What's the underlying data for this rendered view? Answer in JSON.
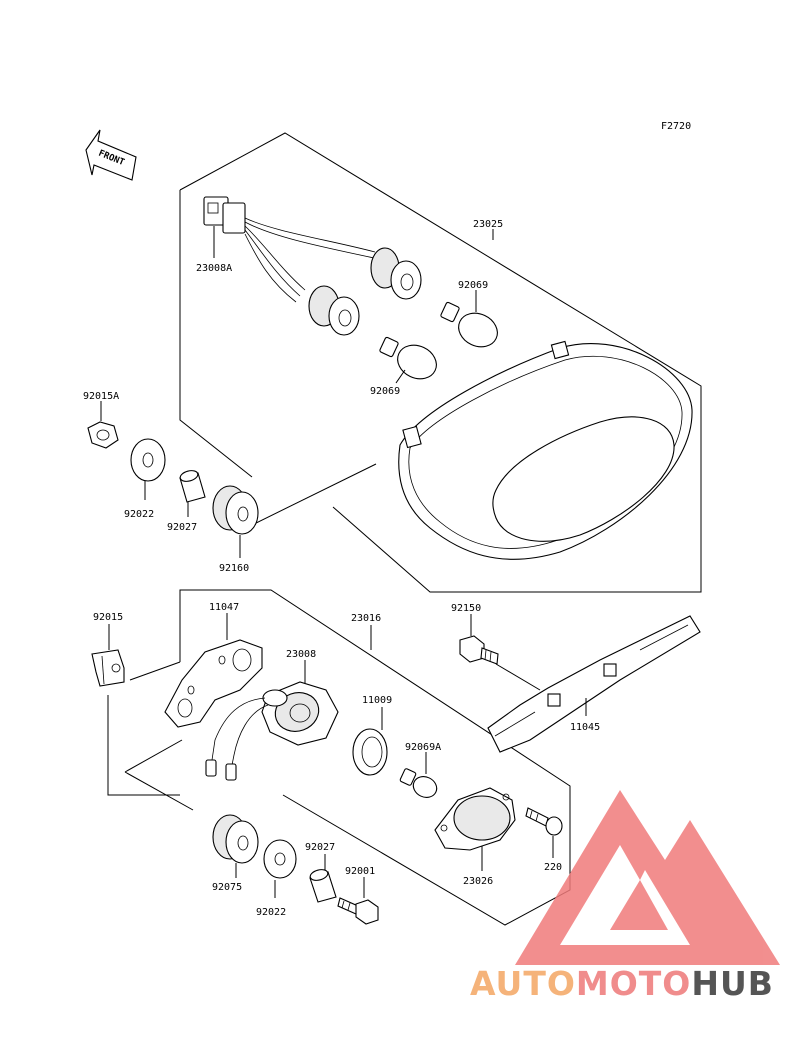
{
  "diagram_code": "F2720",
  "front_label": "FRONT",
  "parts": {
    "p23025": "23025",
    "p23008A": "23008A",
    "p92069_top": "92069",
    "p92069_bottom": "92069",
    "p92015A": "92015A",
    "p92022_top": "92022",
    "p92027_top": "92027",
    "p92160": "92160",
    "p92015": "92015",
    "p11047": "11047",
    "p23016": "23016",
    "p23008": "23008",
    "p11009": "11009",
    "p92069A": "92069A",
    "p92150": "92150",
    "p11045": "11045",
    "p23026": "23026",
    "p220": "220",
    "p92027_bottom": "92027",
    "p92001": "92001",
    "p92075": "92075",
    "p92022_bottom": "92022"
  },
  "watermark": {
    "part1": "AUTO",
    "part2": "MOTO",
    "part3": "HUB",
    "color1": "#f5b37a",
    "color2": "#f08c8c",
    "color3": "#555555",
    "logo_color": "#f07b7b"
  }
}
